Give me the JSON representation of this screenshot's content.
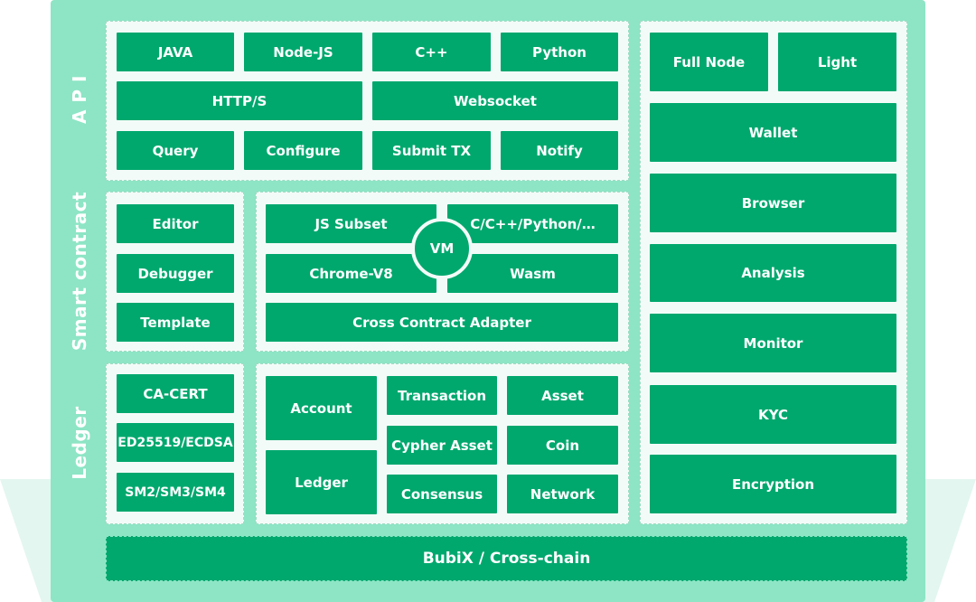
{
  "sections": {
    "api": "A P I",
    "smart": "Smart contract",
    "ledger": "Ledger"
  },
  "api": {
    "row1": [
      "JAVA",
      "Node-JS",
      "C++",
      "Python"
    ],
    "row2": [
      "HTTP/S",
      "Websocket"
    ],
    "row3": [
      "Query",
      "Configure",
      "Submit TX",
      "Notify"
    ]
  },
  "smart": {
    "tools": [
      "Editor",
      "Debugger",
      "Template"
    ],
    "vm": {
      "center": "VM",
      "js_subset": "JS Subset",
      "langs": "C/C++/Python/…",
      "chrome": "Chrome-V8",
      "wasm": "Wasm",
      "adapter": "Cross Contract Adapter"
    }
  },
  "ledger": {
    "crypto": [
      "CA-CERT",
      "ED25519/ECDSA",
      "SM2/SM3/SM4"
    ],
    "account": "Account",
    "ledger": "Ledger",
    "grid": [
      "Transaction",
      "Asset",
      "Cypher Asset",
      "Coin",
      "Consensus",
      "Network"
    ]
  },
  "right": {
    "full_node": "Full Node",
    "light": "Light",
    "items": [
      "Wallet",
      "Browser",
      "Analysis",
      "Monitor",
      "KYC",
      "Encryption"
    ]
  },
  "bottom": "BubiX / Cross-chain",
  "colors": {
    "outer": "#8de5c5",
    "panel": "#f3fbf8",
    "box": "#00a86e",
    "trap": "#e3f6ef"
  }
}
